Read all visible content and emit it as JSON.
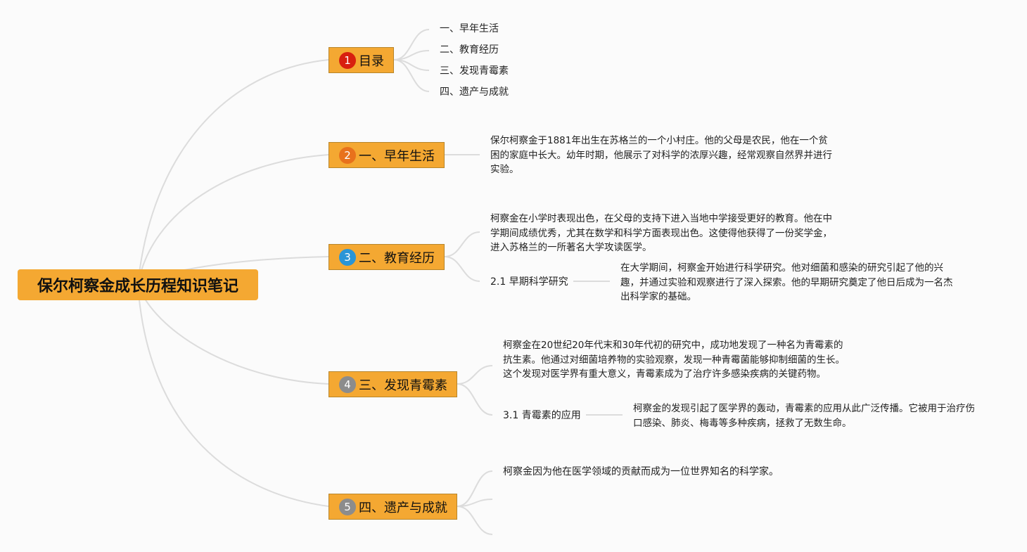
{
  "root": {
    "title": "保尔柯察金成长历程知识笔记"
  },
  "branches": [
    {
      "badge": "1",
      "badge_color": "#d8200f",
      "label": "目录"
    },
    {
      "badge": "2",
      "badge_color": "#e8711c",
      "label": "一、早年生活"
    },
    {
      "badge": "3",
      "badge_color": "#2a95d6",
      "label": "二、教育经历"
    },
    {
      "badge": "4",
      "badge_color": "#8c8c8c",
      "label": "三、发现青霉素"
    },
    {
      "badge": "5",
      "badge_color": "#8c8c8c",
      "label": "四、遗产与成就"
    }
  ],
  "toc": [
    "一、早年生活",
    "二、教育经历",
    "三、发现青霉素",
    "四、遗产与成就"
  ],
  "early_life": {
    "text": "保尔柯察金于1881年出生在苏格兰的一个小村庄。他的父母是农民，他在一个贫困的家庭中长大。幼年时期，他展示了对科学的浓厚兴趣，经常观察自然界并进行实验。"
  },
  "education": {
    "text": "柯察金在小学时表现出色，在父母的支持下进入当地中学接受更好的教育。他在中学期间成绩优秀，尤其在数学和科学方面表现出色。这使得他获得了一份奖学金，进入苏格兰的一所著名大学攻读医学。",
    "sub_label": "2.1 早期科学研究",
    "sub_text": "在大学期间，柯察金开始进行科学研究。他对细菌和感染的研究引起了他的兴趣，并通过实验和观察进行了深入探索。他的早期研究奠定了他日后成为一名杰出科学家的基础。"
  },
  "penicillin": {
    "text": "柯察金在20世纪20年代末和30年代初的研究中，成功地发现了一种名为青霉素的抗生素。他通过对细菌培养物的实验观察，发现一种青霉菌能够抑制细菌的生长。这个发现对医学界有重大意义，青霉素成为了治疗许多感染疾病的关键药物。",
    "sub_label": "3.1 青霉素的应用",
    "sub_text": "柯察金的发现引起了医学界的轰动，青霉素的应用从此广泛传播。它被用于治疗伤口感染、肺炎、梅毒等多种疾病，拯救了无数生命。"
  },
  "legacy": {
    "text": "柯察金因为他在医学领域的贡献而成为一位世界知名的科学家。"
  },
  "colors": {
    "node_fill": "#f4a832",
    "connector": "#dcdcdc",
    "background": "#fbfbfb"
  }
}
